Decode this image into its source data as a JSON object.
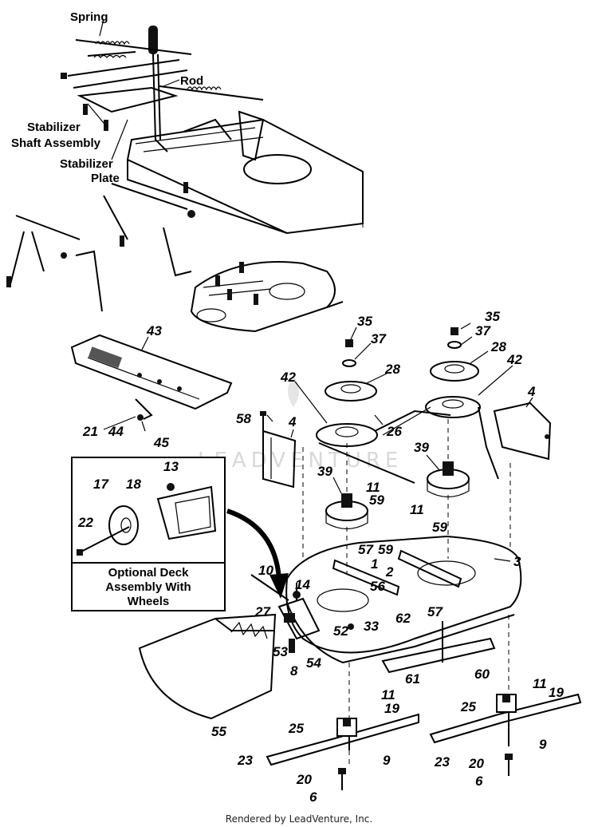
{
  "labels": {
    "spring": "Spring",
    "rod": "Rod",
    "stab_shaft_1": "Stabilizer",
    "stab_shaft_2": "Shaft Assembly",
    "stab_plate_1": "Stabilizer",
    "stab_plate_2": "Plate"
  },
  "inset": {
    "title_1": "Optional Deck",
    "title_2": "Assembly With",
    "title_3": "Wheels",
    "parts": [
      "13",
      "17",
      "18",
      "22"
    ]
  },
  "parts": {
    "p43": "43",
    "p21": "21",
    "p44": "44",
    "p45": "45",
    "p58": "58",
    "p4a": "4",
    "p4b": "4",
    "p35a": "35",
    "p37a": "37",
    "p28a": "28",
    "p42a": "42",
    "p35b": "35",
    "p37b": "37",
    "p28b": "28",
    "p42b": "42",
    "p26": "26",
    "p39a": "39",
    "p39b": "39",
    "p11a": "11",
    "p59a": "59",
    "p11b": "11",
    "p59b": "59",
    "p59c": "59",
    "p3": "3",
    "p1": "1",
    "p57a": "57",
    "p2": "2",
    "p56": "56",
    "p57b": "57",
    "p10": "10",
    "p14": "14",
    "p27": "27",
    "p52": "52",
    "p33": "33",
    "p62": "62",
    "p53": "53",
    "p8": "8",
    "p54": "54",
    "p61": "61",
    "p60": "60",
    "p55": "55",
    "p11c": "11",
    "p19a": "19",
    "p25a": "25",
    "p23a": "23",
    "p9a": "9",
    "p20a": "20",
    "p6a": "6",
    "p11d": "11",
    "p19b": "19",
    "p25b": "25",
    "p23b": "23",
    "p9b": "9",
    "p20b": "20",
    "p6b": "6"
  },
  "watermark": "LEADVENTURE",
  "footer": "Rendered by LeadVenture, Inc."
}
